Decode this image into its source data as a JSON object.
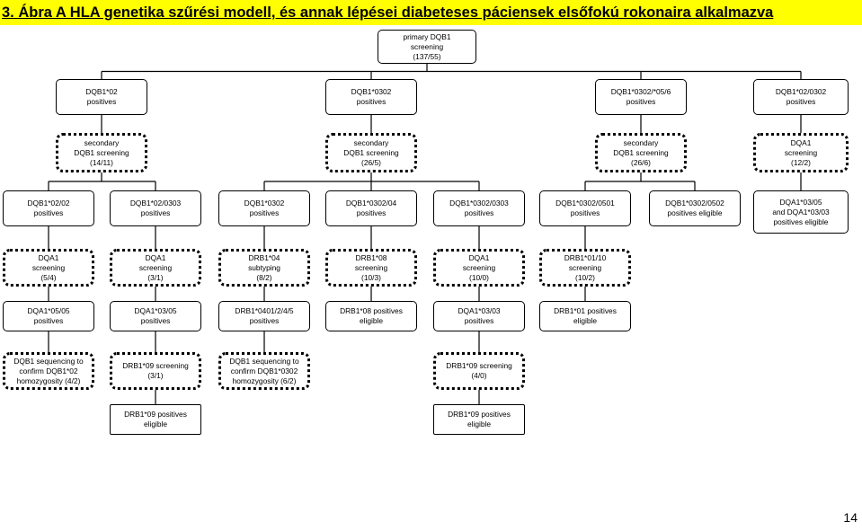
{
  "title": "3. Ábra A HLA genetika szűrési modell, és annak lépései diabeteses páciensek elsőfokú rokonaira alkalmazva",
  "page_number": "14",
  "nodes": {
    "root": "primary DQB1\nscreening\n(137/55)",
    "pos_02": "DQB1*02\npositives",
    "pos_0302": "DQB1*0302\npositives",
    "pos_0302_056": "DQB1*0302/*05/6\npositives",
    "pos_02_0302": "DQB1*02/0302\npositives",
    "sec1": "secondary\nDQB1 screening\n(14/11)",
    "sec2": "secondary\nDQB1 screening\n(26/5)",
    "sec3": "secondary\nDQB1 screening\n(26/6)",
    "dqa_12": "DQA1\nscreening\n(12/2)",
    "p_02_02": "DQB1*02/02\npositives",
    "p_02_0303": "DQB1*02/0303\npositives",
    "p_0302": "DQB1*0302\npositives",
    "p_0302_04": "DQB1*0302/04\npositives",
    "p_0302_0303": "DQB1*0302/0303\npositives",
    "p_0302_0501": "DQB1*0302/0501\npositives",
    "p_0302_0502": "DQB1*0302/0502\npositives eligible",
    "p_dqa_0305": "DQA1*03/05\nand DQA1*03/03\npositives eligible",
    "dqa_54": "DQA1\nscreening\n(5/4)",
    "dqa_31": "DQA1\nscreening\n(3/1)",
    "drb_04": "DRB1*04\nsubtyping\n(8/2)",
    "drb_08": "DRB1*08\nscreening\n(10/3)",
    "dqa_100": "DQA1\nscreening\n(10/0)",
    "drb_0110": "DRB1*01/10\nscreening\n(10/2)",
    "p_dqa_0505": "DQA1*05/05\npositives",
    "p_dqa_0305b": "DQA1*03/05\npositives",
    "p_drb_0401": "DRB1*0401/2/4/5\npositives",
    "p_drb_08": "DRB1*08 positives\neligible",
    "p_dqa_0303": "DQA1*03/03\npositives",
    "p_drb_01": "DRB1*01 positives\neligible",
    "seq1": "DQB1 sequencing to\nconfirm DQB1*02\nhomozygosity (4/2)",
    "drb09_31": "DRB1*09 screening\n(3/1)",
    "seq2": "DQB1 sequencing to\nconfirm DQB1*0302\nhomozygosity (6/2)",
    "drb09_40": "DRB1*09 screening\n(4/0)",
    "p_drb09_a": "DRB1*09 positives\neligible",
    "p_drb09_b": "DRB1*09 positives\neligible"
  },
  "colors": {
    "title_background": "#ffff00",
    "line": "#000000"
  }
}
